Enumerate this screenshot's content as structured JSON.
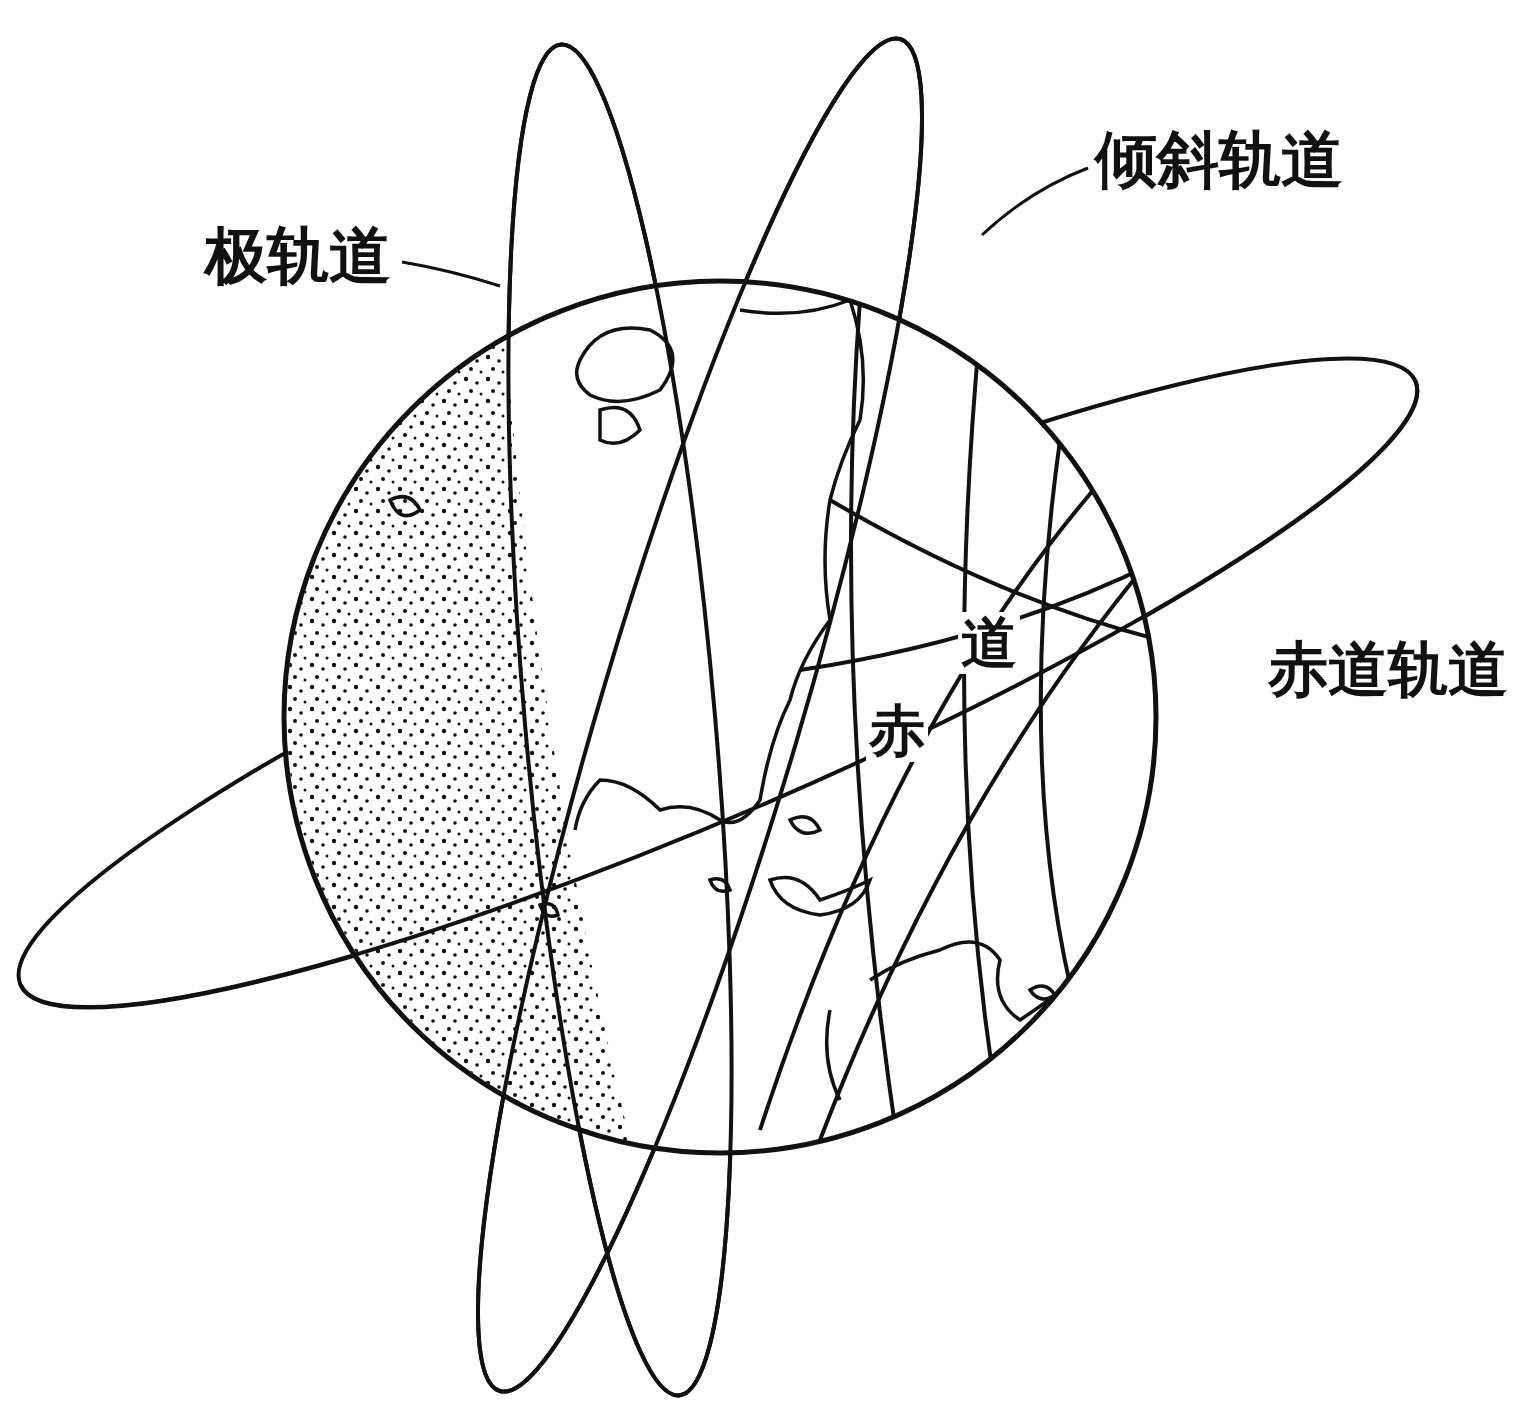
{
  "diagram": {
    "labels": [
      "倾斜轨道",
      "极轨道",
      "道",
      "赤道轨道",
      "赤"
    ]
  }
}
